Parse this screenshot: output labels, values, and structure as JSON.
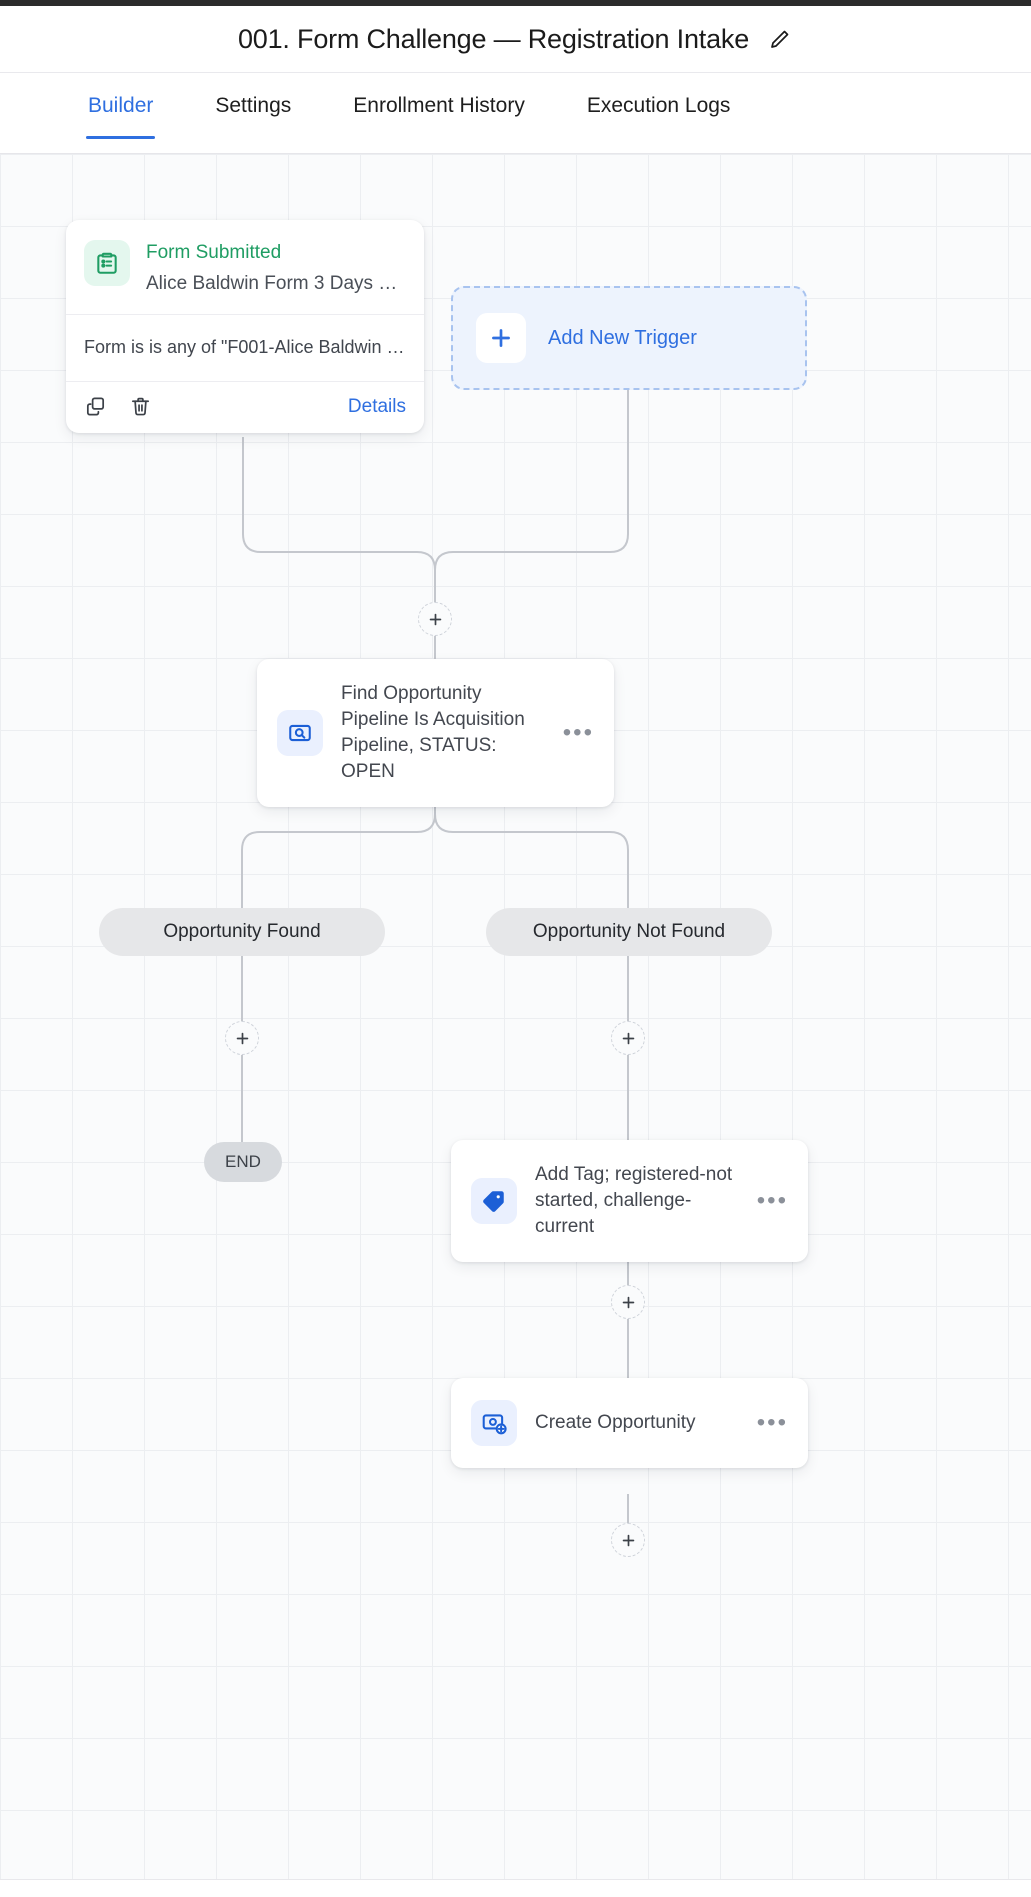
{
  "header": {
    "title": "001. Form Challenge — Registration Intake",
    "edit_icon": "pencil-icon"
  },
  "tabs": [
    {
      "label": "Builder",
      "active": true
    },
    {
      "label": "Settings",
      "active": false
    },
    {
      "label": "Enrollment History",
      "active": false
    },
    {
      "label": "Execution Logs",
      "active": false
    }
  ],
  "workflow": {
    "trigger": {
      "icon": "clipboard-list-icon",
      "title": "Form Submitted",
      "subtitle": "Alice Baldwin Form 3 Days Ch...",
      "filter": "Form is is any of \"F001-Alice Baldwin F...",
      "copy_icon": "copy-icon",
      "delete_icon": "trash-icon",
      "details_label": "Details"
    },
    "add_trigger": {
      "icon": "plus-icon",
      "label": "Add New Trigger"
    },
    "nodes": {
      "find_opportunity": {
        "icon": "search-box-icon",
        "text": "Find Opportunity Pipeline Is Acquisition Pipeline, STATUS: OPEN",
        "menu": "more-options-icon"
      },
      "add_tag": {
        "icon": "tag-icon",
        "text": "Add Tag; registered-not started, challenge-current",
        "menu": "more-options-icon"
      },
      "create_opportunity": {
        "icon": "create-opportunity-icon",
        "text": "Create Opportunity",
        "menu": "more-options-icon"
      }
    },
    "branches": {
      "found": "Opportunity Found",
      "not_found": "Opportunity Not Found"
    },
    "end_label": "END",
    "add_step_label": "+"
  },
  "colors": {
    "accent": "#2f6fe0",
    "trigger_green": "#1f9d63",
    "canvas": "#fafbfc",
    "grid_line": "#eceef1",
    "pill": "#e6e7e9"
  }
}
